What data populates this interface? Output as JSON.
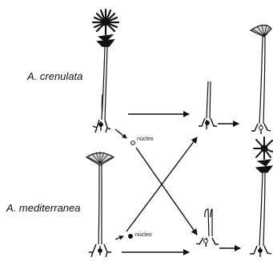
{
  "labels": {
    "species_top": "A. crenulata",
    "species_bottom": "A. mediterranea",
    "nucleus_top": "núcleo",
    "nucleus_bottom": "núcleo"
  },
  "colors": {
    "ink": "#111111",
    "paper": "#ffffff",
    "cap_fill": "#d8d8d8"
  }
}
